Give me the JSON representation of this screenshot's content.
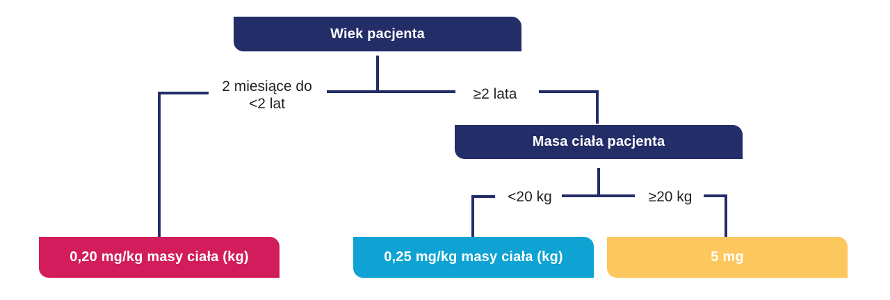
{
  "nodes": {
    "root": "Wiek pacjenta",
    "mass": "Masa ciała pacjenta",
    "result_young": "0,20 mg/kg masy ciała (kg)",
    "result_light": "0,25 mg/kg masy ciała (kg)",
    "result_heavy": "5 mg"
  },
  "edges": {
    "young_line1": "2 miesiące do",
    "young_line2": "<2 lat",
    "old": "≥2 lata",
    "light": "<20 kg",
    "heavy": "≥20 kg"
  },
  "colors": {
    "navy": "#232d67",
    "pink": "#d21c5c",
    "cyan": "#0ea3d2",
    "yellow": "#fcc75c"
  }
}
